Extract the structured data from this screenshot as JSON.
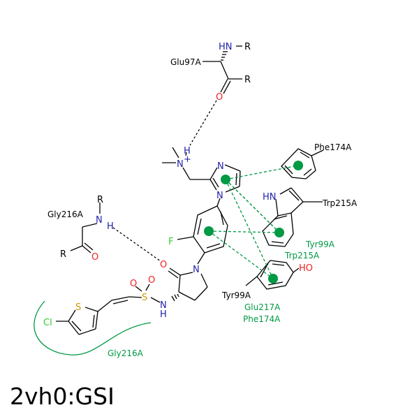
{
  "caption": "2vh0:GSI",
  "colors": {
    "bond": "#000000",
    "nitrogen": "#2222aa",
    "oxygen": "#ee2222",
    "fluorine": "#33cc33",
    "chlorine": "#33cc33",
    "sulfur": "#cc9900",
    "interaction": "#009944"
  },
  "atoms": {
    "hn_top": "HN",
    "r1": "R",
    "r2": "R",
    "r_gly": "R",
    "r_gly2": "R",
    "o1": "O",
    "o_gly": "O",
    "o_lactam": "O",
    "o_s1": "O",
    "o_s2": "O",
    "n_plus": "N",
    "plus": "+",
    "h_nplus": "H",
    "n_imid1": "N",
    "n_imid2": "N",
    "n_gly": "N",
    "h_gly": "H",
    "f": "F",
    "n_pyr": "N",
    "s_sulf": "S",
    "nh": "N",
    "h_nh": "H",
    "s_thio": "S",
    "cl": "Cl",
    "hn_indole": "HN",
    "ho": "HO"
  },
  "residues": {
    "glu97a": "Glu97A",
    "gly216a_top": "Gly216A",
    "phe174a_top": "Phe174A",
    "trp215a_top": "Trp215A",
    "tyr99a_side": "Tyr99A",
    "tyr99a_green": "Tyr99A",
    "trp215a_green": "Trp215A",
    "glu217a_green": "Glu217A",
    "phe174a_green": "Phe174A",
    "gly216a_green": "Gly216A"
  }
}
